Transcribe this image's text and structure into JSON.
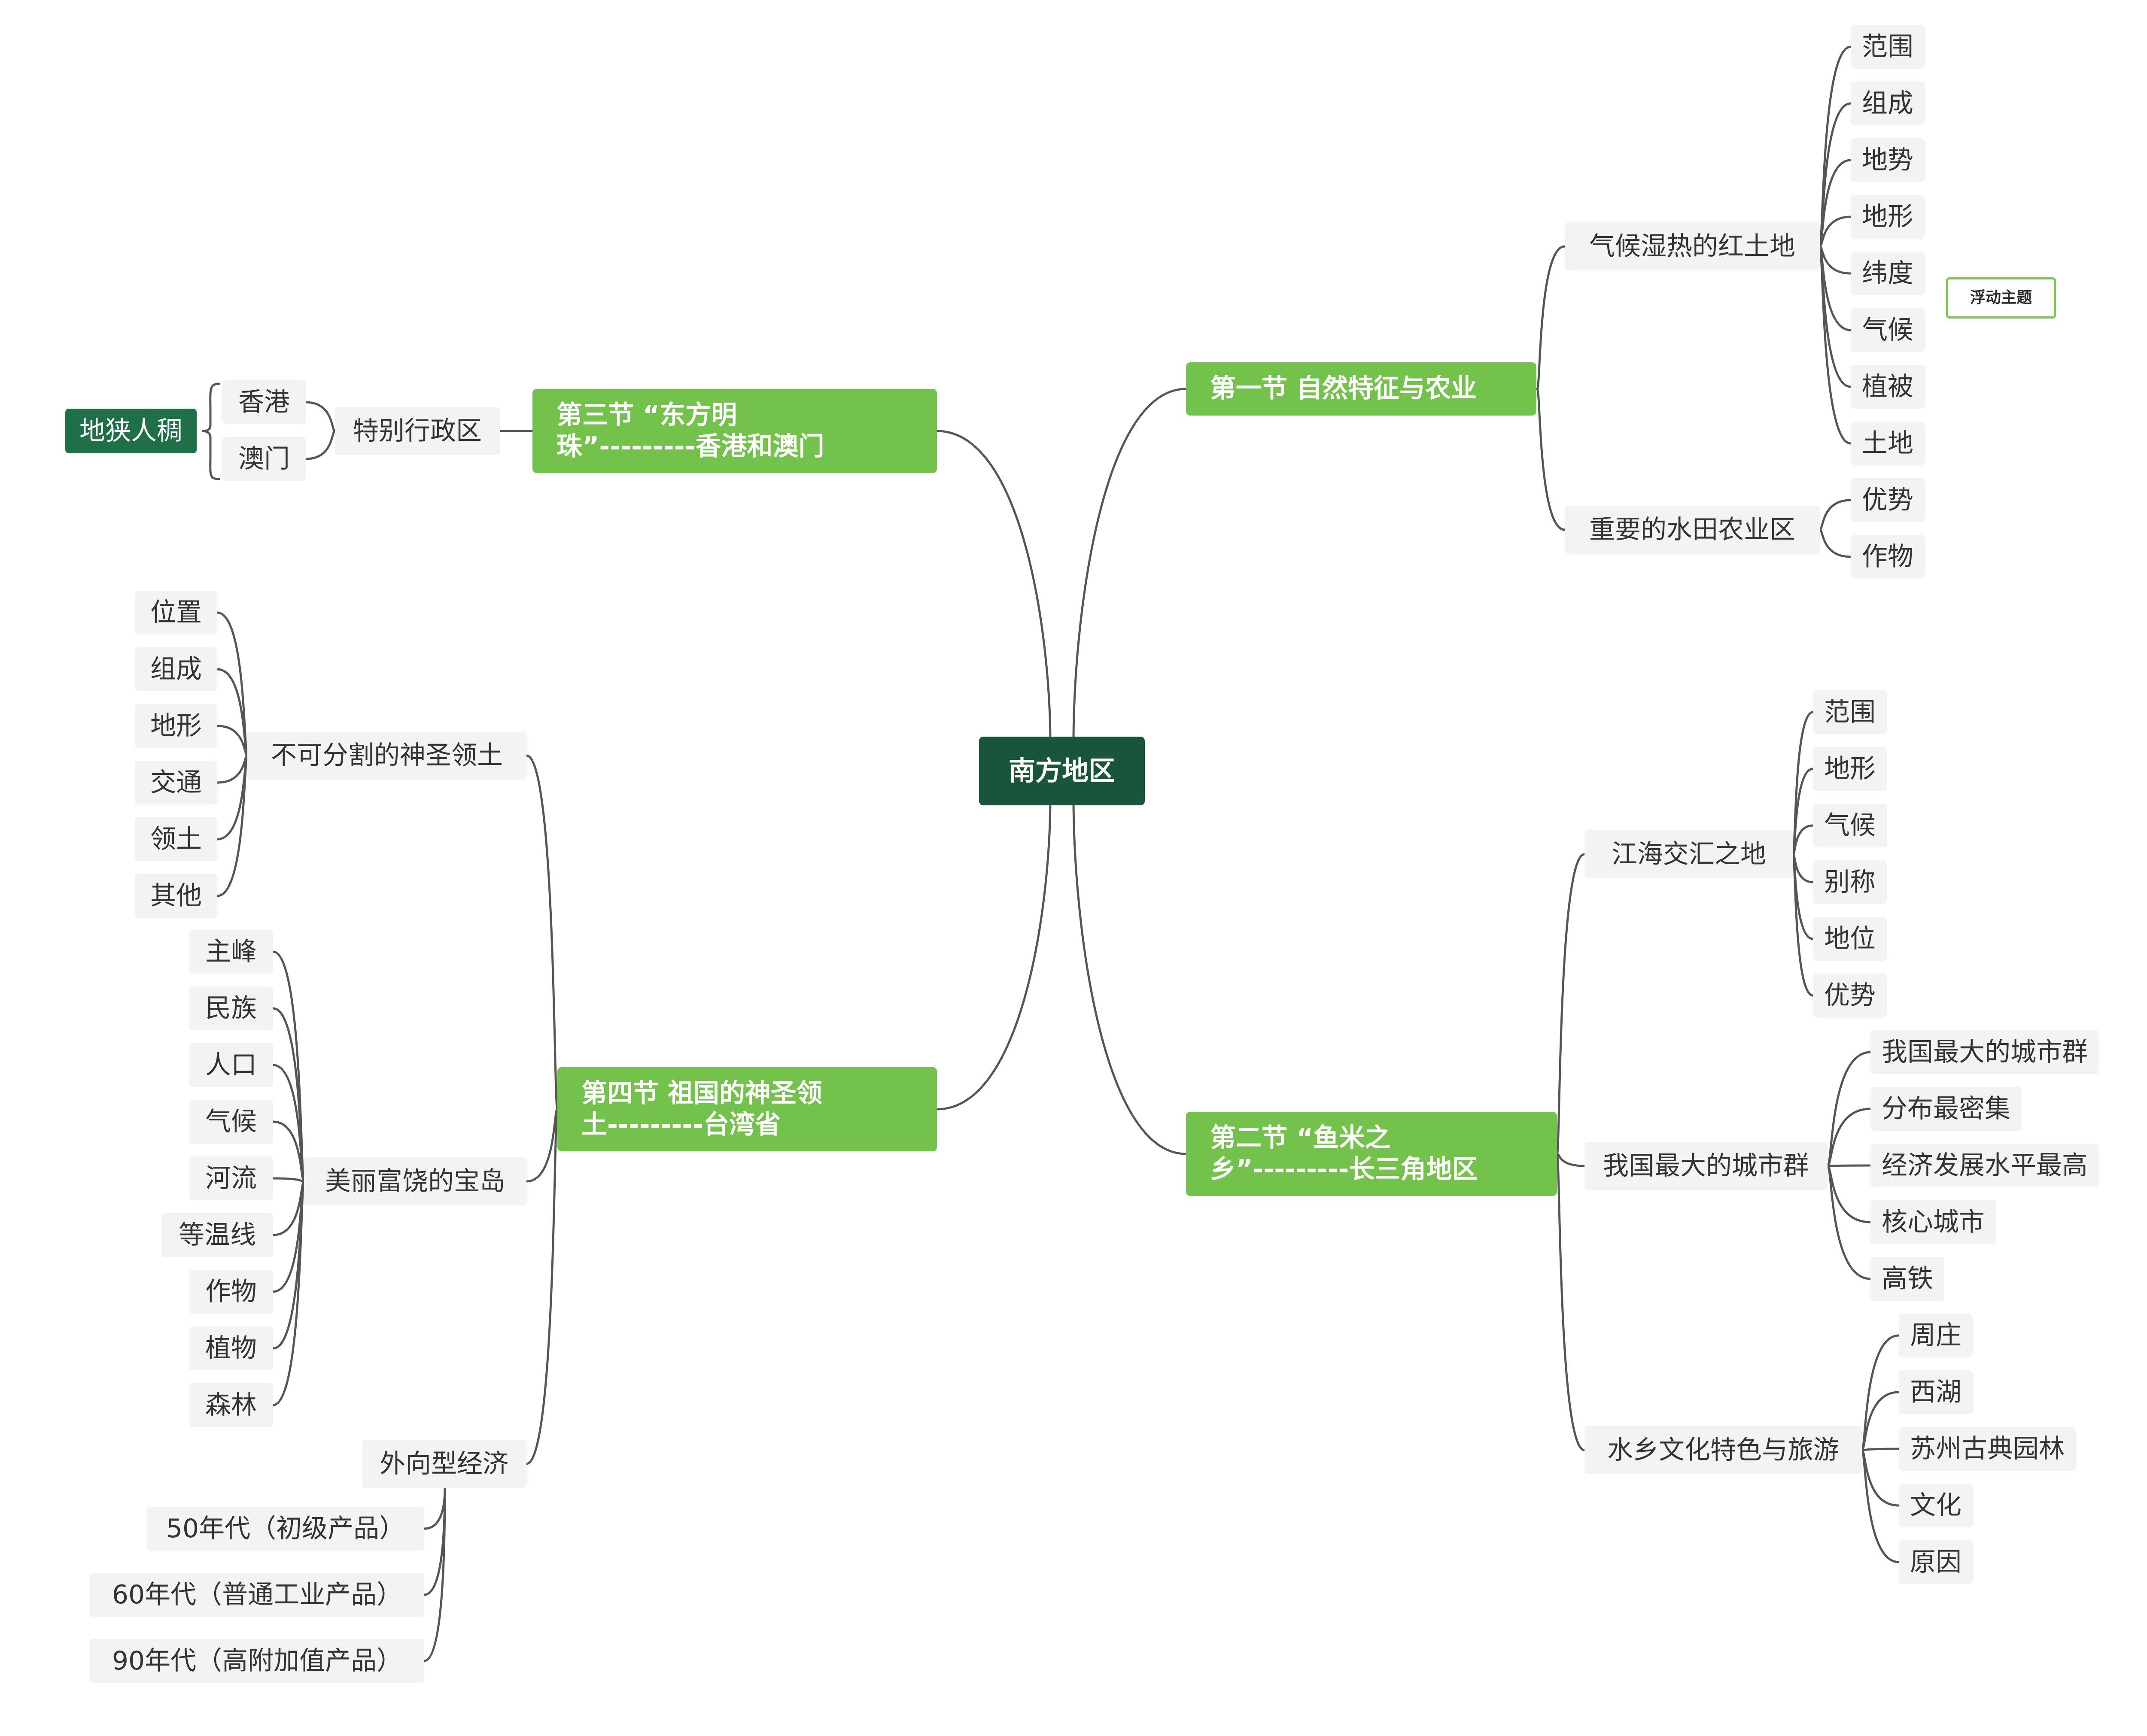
{
  "colors": {
    "root_bg": "#19553a",
    "section_bg": "#73c24b",
    "node_bg": "#f3f3f3",
    "line": "#555555",
    "side_bg": "#1f6f49",
    "float_border": "#7ac653"
  },
  "root": "南方地区",
  "floating": "浮动主题",
  "s1": {
    "title": "第一节  自然特征与农业",
    "a": {
      "label": "气候湿热的红土地",
      "items": [
        "范围",
        "组成",
        "地势",
        "地形",
        "纬度",
        "气候",
        "植被",
        "土地"
      ]
    },
    "b": {
      "label": "重要的水田农业区",
      "items": [
        "优势",
        "作物"
      ]
    }
  },
  "s2": {
    "title": "第二节  “鱼米之\n乡”---------长三角地区",
    "a": {
      "label": "江海交汇之地",
      "items": [
        "范围",
        "地形",
        "气候",
        "别称",
        "地位",
        "优势"
      ]
    },
    "b": {
      "label": "我国最大的城市群",
      "items": [
        "我国最大的城市群",
        "分布最密集",
        "经济发展水平最高",
        "核心城市",
        "高铁"
      ]
    },
    "c": {
      "label": "水乡文化特色与旅游",
      "items": [
        "周庄",
        "西湖",
        "苏州古典园林",
        "文化",
        "原因"
      ]
    }
  },
  "s3": {
    "title": "第三节  “东方明\n珠”---------香港和澳门",
    "a": {
      "label": "特别行政区",
      "items": [
        "香港",
        "澳门"
      ]
    },
    "summary": "地狭人稠"
  },
  "s4": {
    "title": "第四节  祖国的神圣领\n土---------台湾省",
    "a": {
      "label": "不可分割的神圣领土",
      "items": [
        "位置",
        "组成",
        "地形",
        "交通",
        "领土",
        "其他"
      ]
    },
    "b": {
      "label": "美丽富饶的宝岛",
      "items": [
        "主峰",
        "民族",
        "人口",
        "气候",
        "河流",
        "等温线",
        "作物",
        "植物",
        "森林"
      ]
    },
    "c": {
      "label": "外向型经济",
      "items": [
        "50年代（初级产品）",
        "60年代（普通工业产品）",
        "90年代（高附加值产品）"
      ]
    }
  }
}
